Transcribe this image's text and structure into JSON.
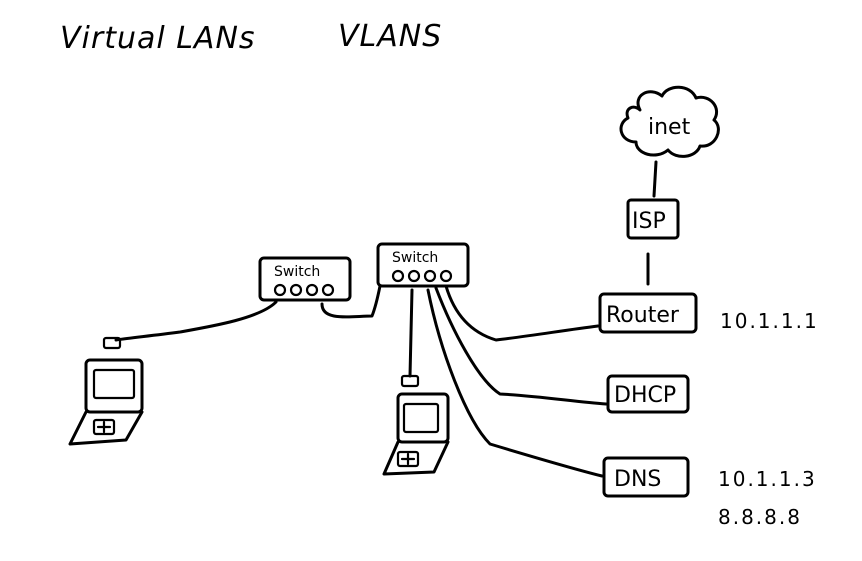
{
  "title": {
    "left": "Virtual LANs",
    "right": "VLANS"
  },
  "nodes": {
    "cloud": {
      "label": "inet"
    },
    "isp": {
      "label": "ISP"
    },
    "router": {
      "label": "Router",
      "ip": "10.1.1.1"
    },
    "dhcp": {
      "label": "DHCP"
    },
    "dns": {
      "label": "DNS",
      "ips": [
        "10.1.1.3",
        "8.8.8.8"
      ]
    },
    "switch_left": {
      "label": "Switch"
    },
    "switch_center": {
      "label": "Switch"
    }
  }
}
